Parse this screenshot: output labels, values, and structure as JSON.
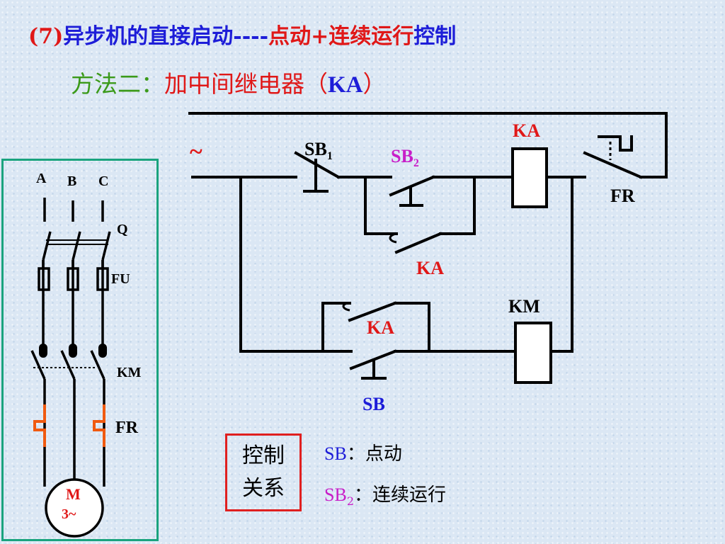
{
  "colors": {
    "title_blue": "#1d1dd8",
    "title_red": "#e01818",
    "method_green": "#3b9a1a",
    "ka_label_red": "#e01818",
    "sb2_magenta": "#c81ec8",
    "sb_blue": "#1d1dd8",
    "panel_border": "#1aa37e",
    "heater_orange": "#f05a10",
    "wire_black": "#000000"
  },
  "title": {
    "number": "(7)",
    "main": "异步机的直接启动----",
    "accent1": "点动+",
    "accent2": "连续运行",
    "accent3": "控制"
  },
  "subtitle": {
    "method": "方法二：",
    "desc": "加中间继电器（",
    "code": "KA",
    "close": "）"
  },
  "control_circuit": {
    "ac_symbol": "~",
    "sb1": "SB",
    "sb1_sub": "1",
    "sb2": "SB",
    "sb2_sub": "2",
    "ka_coil": "KA",
    "fr_contact": "FR",
    "ka_contact_upper": "KA",
    "km_coil": "KM",
    "ka_contact_lower": "KA",
    "sb_button": "SB"
  },
  "main_circuit": {
    "phase_a": "A",
    "phase_b": "B",
    "phase_c": "C",
    "switch": "Q",
    "fuse": "FU",
    "contactor": "KM",
    "thermal_relay": "FR",
    "motor_line1": "M",
    "motor_line2": "3~"
  },
  "control_relation": {
    "box_line1": "控制",
    "box_line2": "关系",
    "item1_code": "SB",
    "item1_text": "：点动",
    "item2_code": "SB",
    "item2_sub": "2",
    "item2_text": "：连续运行"
  }
}
